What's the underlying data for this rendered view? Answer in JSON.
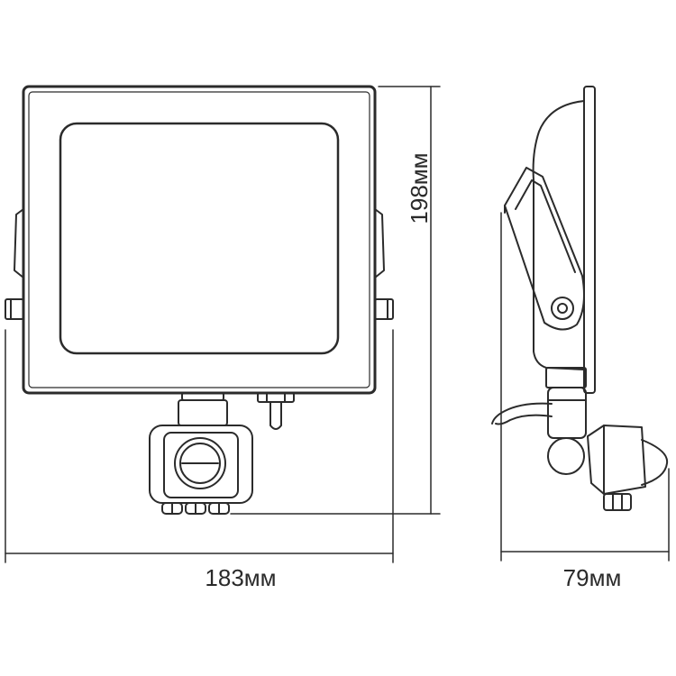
{
  "dimensions": {
    "width_label": "183мм",
    "height_label": "198мм",
    "depth_label": "79мм"
  },
  "colors": {
    "stroke": "#2b2b2b",
    "fill": "#ffffff",
    "lens_fill": "#ffffff"
  }
}
